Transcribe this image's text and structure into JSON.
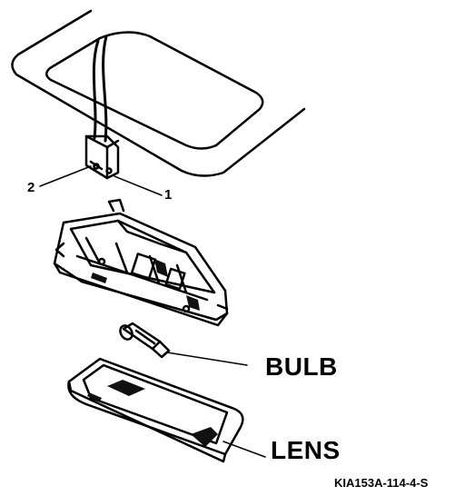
{
  "callouts": {
    "pin_2": "2",
    "pin_1": "1"
  },
  "parts": {
    "bulb": "BULB",
    "lens": "LENS"
  },
  "figure_code": "KIA153A-114-4-S",
  "colors": {
    "ink": "#000000",
    "background": "#ffffff",
    "dark_fill": "#111111"
  }
}
